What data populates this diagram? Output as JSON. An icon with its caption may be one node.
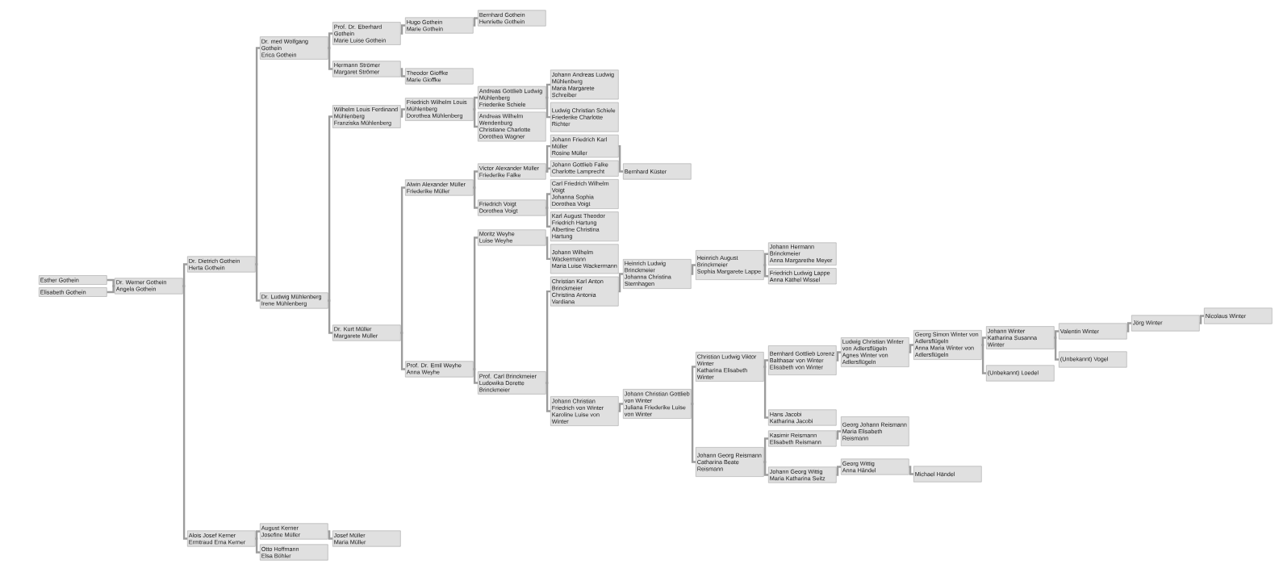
{
  "diagram": {
    "nodes": [
      {
        "text": [
          "Esther Gothein"
        ]
      },
      {
        "text": [
          "Elisabeth Gothein"
        ]
      },
      {
        "text": [
          "Dr. Werner Gothein",
          "Angela Gothein"
        ]
      },
      {
        "text": [
          "Dr. Dietrich Gothein",
          "Herta Gothein"
        ]
      },
      {
        "text": [
          "Dr. med Wolfgang Gothein",
          "Erica Gothein"
        ]
      },
      {
        "text": [
          "Prof. Dr. Eberhard Gothein",
          "Marie Luise Gothein"
        ]
      },
      {
        "text": [
          "Hugo Gothein",
          "Marie Gothein"
        ]
      },
      {
        "text": [
          "Bernhard Gothein",
          "Henriette Gothein"
        ]
      },
      {
        "text": [
          "Hermann Strömer",
          "Margaret Strömer"
        ]
      },
      {
        "text": [
          "Theodor Gioffke",
          "Marie Gioffke"
        ]
      },
      {
        "text": [
          "Dr. Ludwig Mühlenberg",
          "Irene Mühlenberg"
        ]
      },
      {
        "text": [
          "Wilhelm Louis Ferdinand Mühlenberg",
          "Franziska Mühlenberg"
        ]
      },
      {
        "text": [
          "Friedrich Wilhelm Louis Mühlenberg",
          "Dorothea Mühlenberg"
        ]
      },
      {
        "text": [
          "Andreas Gottlieb Ludwig Mühlenberg",
          "Friederike Schiele"
        ]
      },
      {
        "text": [
          "Johann Andreas Ludwig Mühlenberg",
          "Maria Margarete Schreiber"
        ]
      },
      {
        "text": [
          "Ludwig Christian Schiele",
          "Friederike Charlotte Richter"
        ]
      },
      {
        "text": [
          "Andreas Wilhelm Wendenburg",
          "Christiane Charlotte Dorothea Wagner"
        ]
      },
      {
        "text": [
          "Dr. Kurt Müller",
          "Margarete Müller"
        ]
      },
      {
        "text": [
          "Alwin Alexander Müller",
          "Friederike Müller"
        ]
      },
      {
        "text": [
          "Victor Alexander Müller",
          "Friederike Falke"
        ]
      },
      {
        "text": [
          "Johann Friedrich Karl Müller",
          "Rosine Müller"
        ]
      },
      {
        "text": [
          "Bernhard Küster"
        ]
      },
      {
        "text": [
          "Johann Gottlieb Falke",
          "Charlotte Lamprecht"
        ]
      },
      {
        "text": [
          "Friedrich Voigt",
          "Dorothea Voigt"
        ]
      },
      {
        "text": [
          "Carl Friedrich Wilhelm Voigt",
          "Johanna Sophia Dorothea Voigt"
        ]
      },
      {
        "text": [
          "Karl August Theodor Friedrich Hartung",
          "Albertine Christina Hartung"
        ]
      },
      {
        "text": [
          "Prof. Dr. Emil Weyhe",
          "Anna Weyhe"
        ]
      },
      {
        "text": [
          "Moritz Weyhe",
          "Luise Weyhe"
        ]
      },
      {
        "text": [
          "Johann Wilhelm Wackermann",
          "Maria Luise Wackermann"
        ]
      },
      {
        "text": [
          "Prof. Carl Brinckmeier",
          "Ludowika Dorette Brinckmeier"
        ]
      },
      {
        "text": [
          "Christian Karl Anton Brinckmeier",
          "Christina Antonia Vardiana"
        ]
      },
      {
        "text": [
          "Heinrich Ludwig Brinckmeier",
          "Johanna Christina Sternhagen"
        ]
      },
      {
        "text": [
          "Heinrich August Brinckmeier",
          "Sophia Margarete Lappe"
        ]
      },
      {
        "text": [
          "Johann Hermann Brinckmeier",
          "Anna Margarethe Meyer"
        ]
      },
      {
        "text": [
          "Friedrich Ludwig Lappe",
          "Anna Käthel Wissel"
        ]
      },
      {
        "text": [
          "Johann Christian Friedrich von Winter",
          "Karoline Luise von Winter"
        ]
      },
      {
        "text": [
          "Johann Christian Gottlieb von Winter",
          "Juliana Friederike Luise von Winter"
        ]
      },
      {
        "text": [
          "Christian Ludwig Viktor Winter",
          "Katharina Elisabeth Winter"
        ]
      },
      {
        "text": [
          "Bernhard Gottlieb Lorenz Balthasar von Winter",
          "Elisabeth von Winter"
        ]
      },
      {
        "text": [
          "Ludwig Christian Winter von Adlersflügeln",
          "Agnes Winter von Adlersflügeln"
        ]
      },
      {
        "text": [
          "Georg Simon Winter von Adlersflügeln",
          "Anna Maria Winter von Adlersflügeln"
        ]
      },
      {
        "text": [
          "Johann Winter",
          "Katharina Susanna Winter"
        ]
      },
      {
        "text": [
          "Valentin Winter"
        ]
      },
      {
        "text": [
          "Jörg Winter"
        ]
      },
      {
        "text": [
          "Nicolaus Winter"
        ]
      },
      {
        "text": [
          "(Unbekannt) Vogel"
        ]
      },
      {
        "text": [
          "(Unbekannt) Loedel"
        ]
      },
      {
        "text": [
          "Hans Jacobi",
          "Katharina Jacobi"
        ]
      },
      {
        "text": [
          "Johann Georg Reismann",
          "Catharina Beate Reismann"
        ]
      },
      {
        "text": [
          "Kasimir Reismann",
          "Elisabeth Reismann"
        ]
      },
      {
        "text": [
          "Georg Johann Reismann",
          "Maria Elisabeth Reismann"
        ]
      },
      {
        "text": [
          "Johann Georg Wittig",
          "Maria Katharina Seitz"
        ]
      },
      {
        "text": [
          "Georg Wittig",
          "Anna Händel"
        ]
      },
      {
        "text": [
          "Michael Händel"
        ]
      },
      {
        "text": [
          "Alois Josef Kerner",
          "Ermtraud Erna Kerner"
        ]
      },
      {
        "text": [
          "August Kerner",
          "Josefine Müller"
        ]
      },
      {
        "text": [
          "Josef Müller",
          "Maria Müller"
        ]
      },
      {
        "text": [
          "Otto Hoffmann",
          "Elsa Böhler"
        ]
      }
    ],
    "edges": [
      {
        "from": 0,
        "to": 2,
        "arrow": "none"
      },
      {
        "from": 1,
        "to": 2,
        "arrow": "none"
      },
      {
        "from": 2,
        "to": 3,
        "arrow": "none"
      },
      {
        "from": 2,
        "to": 54,
        "arrow": "none"
      },
      {
        "from": 3,
        "to": 4,
        "arrow": "none"
      },
      {
        "from": 3,
        "to": 10,
        "arrow": "none"
      },
      {
        "from": 4,
        "to": 5,
        "arrow": "none"
      },
      {
        "from": 4,
        "to": 8,
        "arrow": "none"
      },
      {
        "from": 5,
        "to": 6,
        "arrow": "none"
      },
      {
        "from": 6,
        "to": 7,
        "arrow": "none"
      },
      {
        "from": 8,
        "to": 9,
        "arrow": "none"
      },
      {
        "from": 10,
        "to": 11,
        "arrow": "none"
      },
      {
        "from": 10,
        "to": 17,
        "arrow": "none"
      },
      {
        "from": 11,
        "to": 12,
        "arrow": "none"
      },
      {
        "from": 12,
        "to": 13,
        "arrow": "none"
      },
      {
        "from": 12,
        "to": 16,
        "arrow": "none"
      },
      {
        "from": 13,
        "to": 14,
        "arrow": "none"
      },
      {
        "from": 13,
        "to": 15,
        "arrow": "none"
      },
      {
        "from": 17,
        "to": 18,
        "arrow": "none"
      },
      {
        "from": 17,
        "to": 26,
        "arrow": "none"
      },
      {
        "from": 18,
        "to": 19,
        "arrow": "none"
      },
      {
        "from": 18,
        "to": 23,
        "arrow": "none"
      },
      {
        "from": 19,
        "to": 20,
        "arrow": "none"
      },
      {
        "from": 19,
        "to": 22,
        "arrow": "none"
      },
      {
        "from": 20,
        "to": 21,
        "arrow": "none"
      },
      {
        "from": 23,
        "to": 24,
        "arrow": "none"
      },
      {
        "from": 23,
        "to": 25,
        "arrow": "none"
      },
      {
        "from": 26,
        "to": 27,
        "arrow": "none"
      },
      {
        "from": 26,
        "to": 29,
        "arrow": "none"
      },
      {
        "from": 27,
        "to": 28,
        "arrow": "none"
      },
      {
        "from": 29,
        "to": 30,
        "arrow": "none"
      },
      {
        "from": 29,
        "to": 35,
        "arrow": "none"
      },
      {
        "from": 30,
        "to": 31,
        "arrow": "none"
      },
      {
        "from": 31,
        "to": 32,
        "arrow": "none"
      },
      {
        "from": 32,
        "to": 33,
        "arrow": "none"
      },
      {
        "from": 32,
        "to": 34,
        "arrow": "none"
      },
      {
        "from": 35,
        "to": 36,
        "arrow": "none"
      },
      {
        "from": 36,
        "to": 37,
        "arrow": "none"
      },
      {
        "from": 36,
        "to": 48,
        "arrow": "none"
      },
      {
        "from": 37,
        "to": 38,
        "arrow": "none"
      },
      {
        "from": 37,
        "to": 47,
        "arrow": "none"
      },
      {
        "from": 38,
        "to": 39,
        "arrow": "none"
      },
      {
        "from": 39,
        "to": 40,
        "arrow": "none"
      },
      {
        "from": 40,
        "to": 41,
        "arrow": "none"
      },
      {
        "from": 40,
        "to": 46,
        "arrow": "none"
      },
      {
        "from": 41,
        "to": 42,
        "arrow": "none"
      },
      {
        "from": 41,
        "to": 45,
        "arrow": "none"
      },
      {
        "from": 42,
        "to": 43,
        "arrow": "none"
      },
      {
        "from": 43,
        "to": 44,
        "arrow": "none"
      },
      {
        "from": 48,
        "to": 49,
        "arrow": "none"
      },
      {
        "from": 48,
        "to": 51,
        "arrow": "none"
      },
      {
        "from": 49,
        "to": 50,
        "arrow": "none"
      },
      {
        "from": 51,
        "to": 52,
        "arrow": "none"
      },
      {
        "from": 52,
        "to": 53,
        "arrow": "none"
      },
      {
        "from": 54,
        "to": 55,
        "arrow": "none"
      },
      {
        "from": 54,
        "to": 57,
        "arrow": "none"
      },
      {
        "from": 55,
        "to": 56,
        "arrow": "none"
      }
    ]
  }
}
